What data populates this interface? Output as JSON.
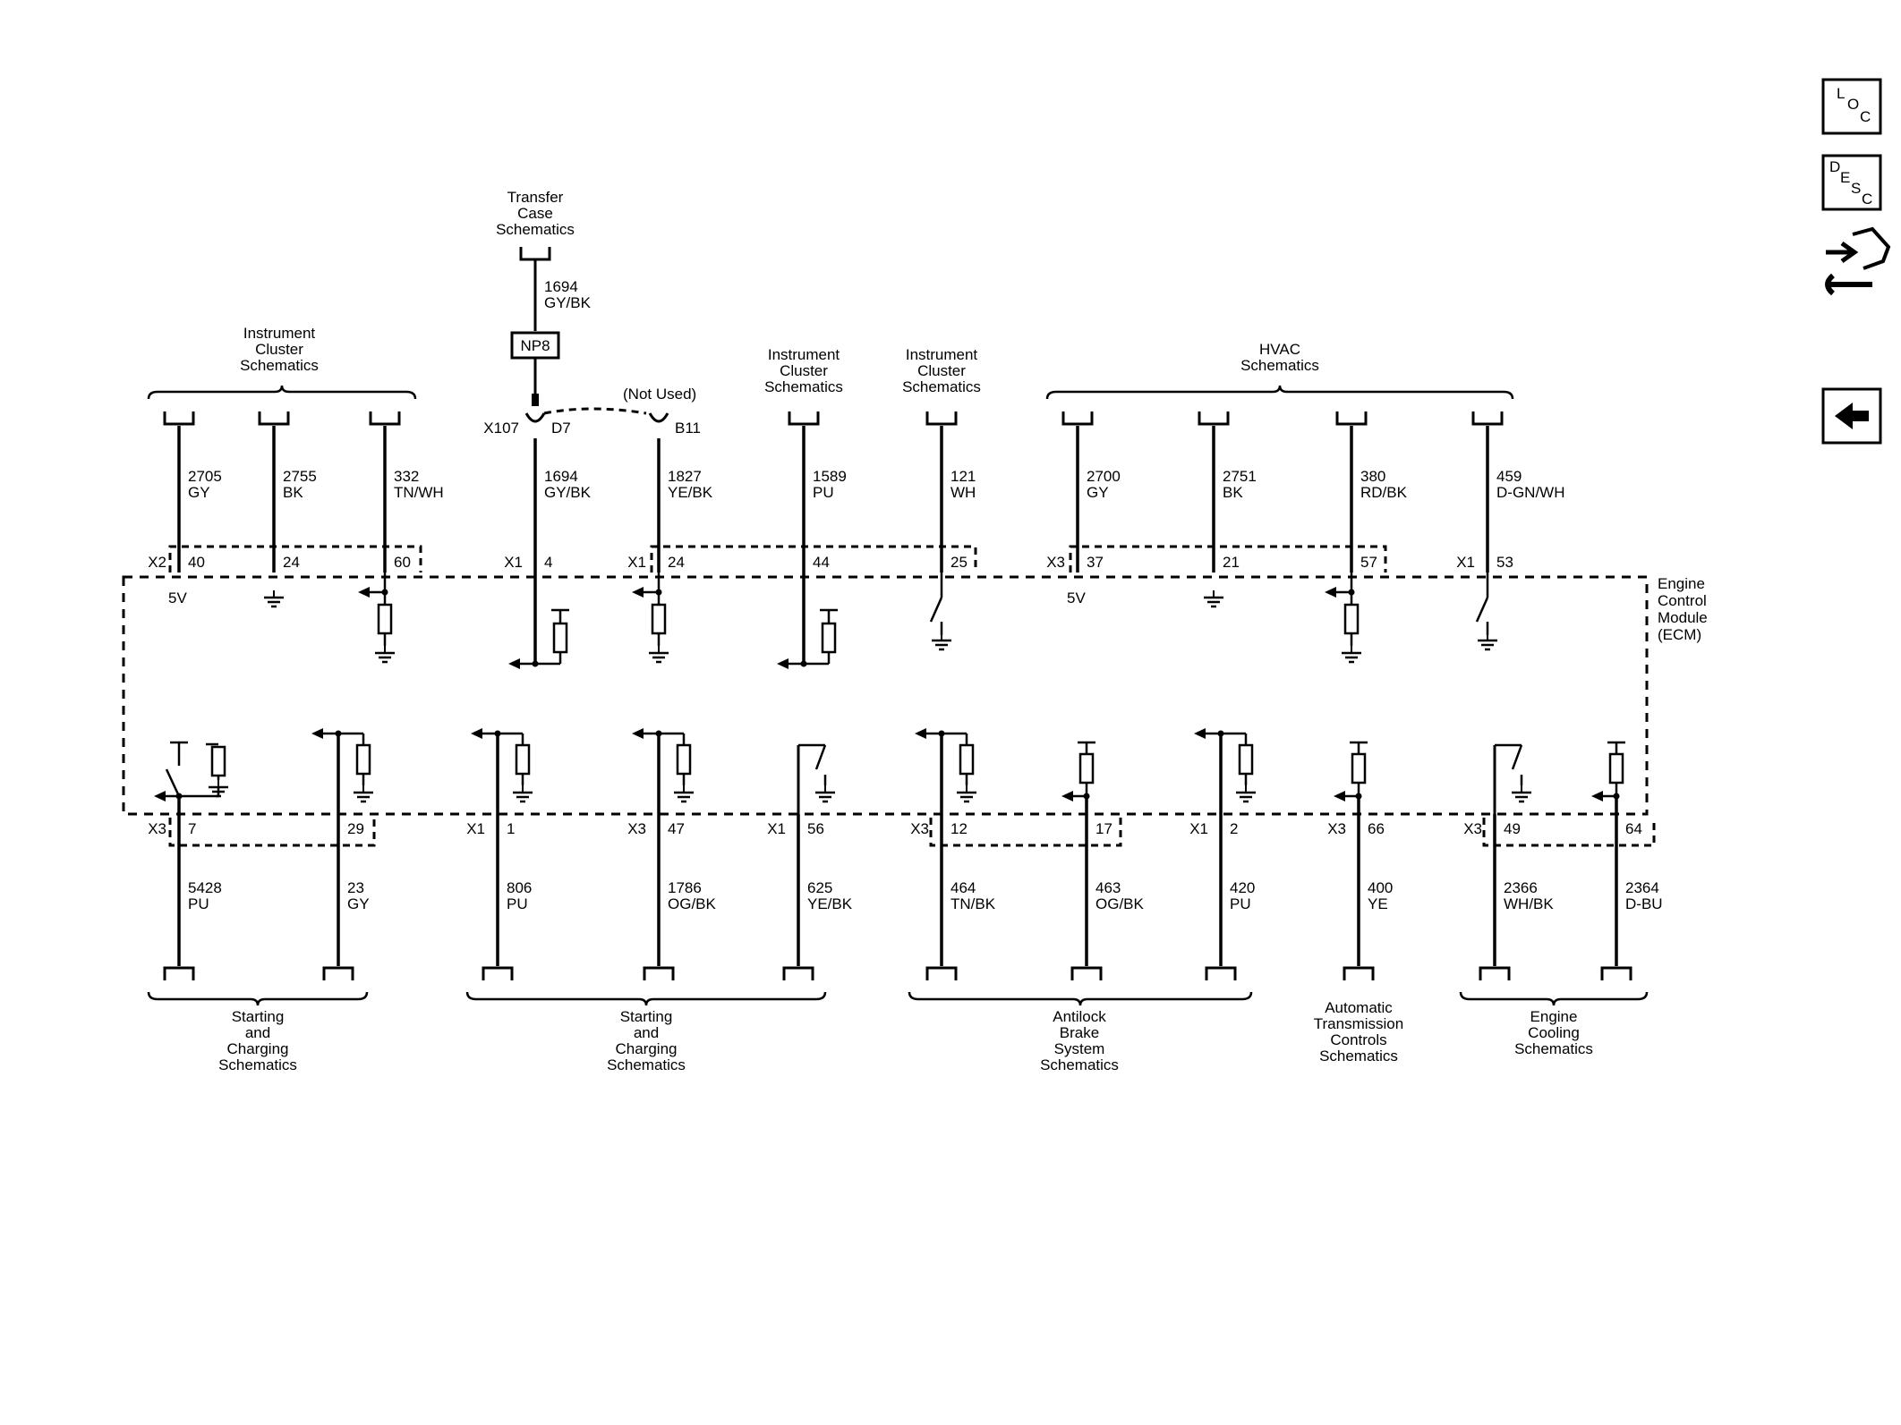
{
  "module_label": [
    "Engine",
    "Control",
    "Module",
    "(ECM)"
  ],
  "top_groups": [
    {
      "label": [
        "Instrument",
        "Cluster",
        "Schematics"
      ]
    },
    {
      "label": [
        "Instrument",
        "Cluster",
        "Schematics"
      ]
    },
    {
      "label": [
        "Instrument",
        "Cluster",
        "Schematics"
      ]
    },
    {
      "label": [
        "HVAC",
        "Schematics"
      ]
    }
  ],
  "transfer_case": {
    "label": [
      "Transfer",
      "Case",
      "Schematics"
    ],
    "wire_circuit": "1694",
    "wire_color": "GY/BK",
    "splice": "NP8",
    "connector": "X107",
    "pin": "D7",
    "not_used": "(Not Used)",
    "not_used_pin": "B11"
  },
  "top_wires": [
    {
      "circuit": "2705",
      "color": "GY",
      "connector": "X2",
      "pin": "40",
      "note": "5V"
    },
    {
      "circuit": "2755",
      "color": "BK",
      "connector": "",
      "pin": "24",
      "note": ""
    },
    {
      "circuit": "332",
      "color": "TN/WH",
      "connector": "",
      "pin": "60",
      "note": ""
    },
    {
      "circuit": "1694",
      "color": "GY/BK",
      "connector": "X1",
      "pin": "4",
      "note": ""
    },
    {
      "circuit": "1827",
      "color": "YE/BK",
      "connector": "X1",
      "pin": "24",
      "note": ""
    },
    {
      "circuit": "1589",
      "color": "PU",
      "connector": "",
      "pin": "44",
      "note": ""
    },
    {
      "circuit": "121",
      "color": "WH",
      "connector": "",
      "pin": "25",
      "note": ""
    },
    {
      "circuit": "2700",
      "color": "GY",
      "connector": "X3",
      "pin": "37",
      "note": "5V"
    },
    {
      "circuit": "2751",
      "color": "BK",
      "connector": "",
      "pin": "21",
      "note": ""
    },
    {
      "circuit": "380",
      "color": "RD/BK",
      "connector": "",
      "pin": "57",
      "note": ""
    },
    {
      "circuit": "459",
      "color": "D-GN/WH",
      "connector": "X1",
      "pin": "53",
      "note": ""
    }
  ],
  "bottom_wires": [
    {
      "circuit": "5428",
      "color": "PU",
      "connector": "X3",
      "pin": "7"
    },
    {
      "circuit": "23",
      "color": "GY",
      "connector": "",
      "pin": "29"
    },
    {
      "circuit": "806",
      "color": "PU",
      "connector": "X1",
      "pin": "1"
    },
    {
      "circuit": "1786",
      "color": "OG/BK",
      "connector": "X3",
      "pin": "47"
    },
    {
      "circuit": "625",
      "color": "YE/BK",
      "connector": "X1",
      "pin": "56"
    },
    {
      "circuit": "464",
      "color": "TN/BK",
      "connector": "X3",
      "pin": "12"
    },
    {
      "circuit": "463",
      "color": "OG/BK",
      "connector": "",
      "pin": "17"
    },
    {
      "circuit": "420",
      "color": "PU",
      "connector": "X1",
      "pin": "2"
    },
    {
      "circuit": "400",
      "color": "YE",
      "connector": "X3",
      "pin": "66"
    },
    {
      "circuit": "2366",
      "color": "WH/BK",
      "connector": "X3",
      "pin": "49"
    },
    {
      "circuit": "2364",
      "color": "D-BU",
      "connector": "",
      "pin": "64"
    }
  ],
  "bottom_groups": [
    {
      "label": [
        "Starting",
        "and",
        "Charging",
        "Schematics"
      ]
    },
    {
      "label": [
        "Starting",
        "and",
        "Charging",
        "Schematics"
      ]
    },
    {
      "label": [
        "Antilock",
        "Brake",
        "System",
        "Schematics"
      ]
    },
    {
      "label": [
        "Automatic",
        "Transmission",
        "Controls",
        "Schematics"
      ]
    },
    {
      "label": [
        "Engine",
        "Cooling",
        "Schematics"
      ]
    }
  ],
  "nav": {
    "loc": [
      "L",
      "O",
      "C"
    ],
    "desc": [
      "D",
      "E",
      "S",
      "C"
    ],
    "icons": [
      "connector-tool-icon",
      "back-arrow-icon"
    ]
  }
}
